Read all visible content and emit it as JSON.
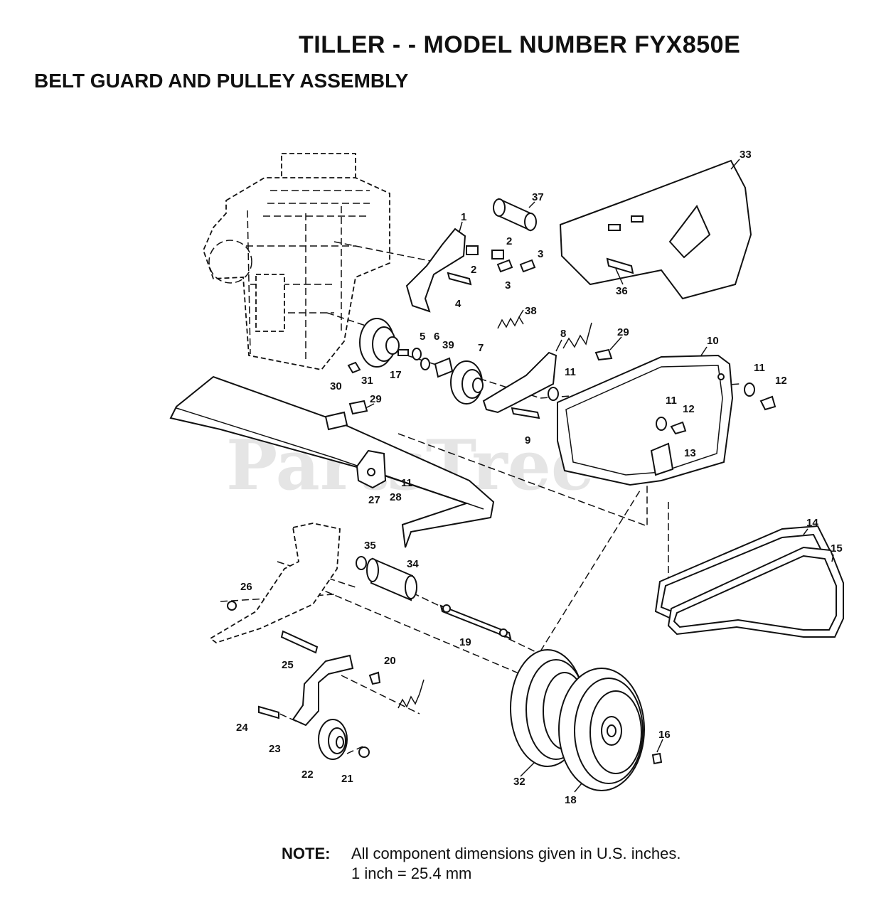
{
  "title": "TILLER - - MODEL NUMBER FYX850E",
  "subtitle": "BELT GUARD AND PULLEY ASSEMBLY",
  "note": {
    "label": "NOTE:",
    "line1": "All component dimensions given in U.S. inches.",
    "line2": "1 inch = 25.4 mm"
  },
  "watermark": "PartsTree",
  "callouts": [
    "1",
    "2",
    "2",
    "3",
    "3",
    "4",
    "5",
    "6",
    "7",
    "8",
    "9",
    "10",
    "11",
    "11",
    "11",
    "12",
    "12",
    "13",
    "14",
    "15",
    "16",
    "17",
    "18",
    "19",
    "20",
    "21",
    "22",
    "23",
    "24",
    "25",
    "26",
    "27",
    "28",
    "29",
    "29",
    "30",
    "31",
    "32",
    "33",
    "34",
    "35",
    "36",
    "37",
    "38",
    "39"
  ]
}
